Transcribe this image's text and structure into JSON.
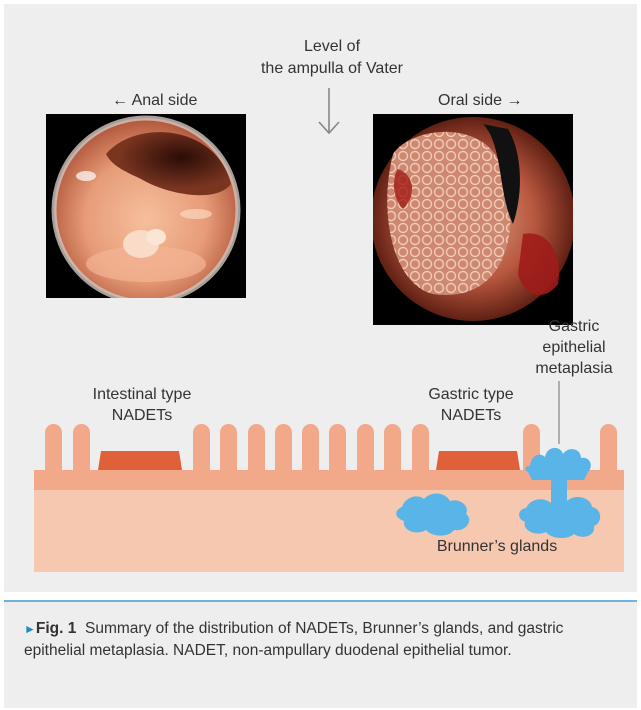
{
  "figure": {
    "level_label_line1": "Level of",
    "level_label_line2": "the ampulla of Vater",
    "anal_side": "← Anal side",
    "oral_side": "Oral side →",
    "gastric_metaplasia_line1": "Gastric",
    "gastric_metaplasia_line2": "epithelial",
    "gastric_metaplasia_line3": "metaplasia",
    "intestinal_line1": "Intestinal type",
    "intestinal_line2": "NADETs",
    "gastric_type_line1": "Gastric type",
    "gastric_type_line2": "NADETs",
    "brunners_glands": "Brunner’s glands"
  },
  "caption": {
    "marker": "►",
    "fig_number": "Fig. 1",
    "text": "Summary of the distribution of NADETs, Brunner’s glands, and gastric epithelial metaplasia. NADET, non-ampullary duodenal epithelial tumor."
  },
  "colors": {
    "villi": "#f2a98a",
    "submucosa": "#f6c8b0",
    "tumor": "#e0603a",
    "gland": "#59b4e8",
    "caption_accent": "#1d8cc2"
  }
}
